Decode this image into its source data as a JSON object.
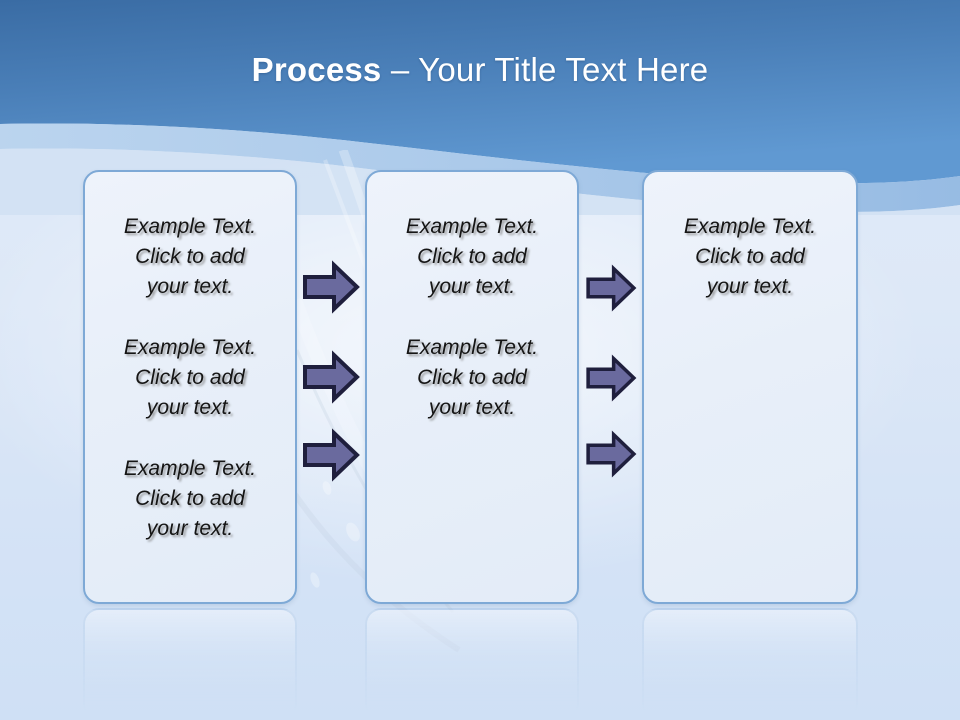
{
  "slide": {
    "title_strong": "Process",
    "title_rest": " – Your Title Text Here",
    "background": {
      "header_top_color": "#3b6da5",
      "header_bottom_color": "#5e96ce",
      "swoosh_band_color": "#9fc3e6",
      "body_color": "#dfe9f7"
    },
    "theme": {
      "box_border": "#7ea9d6",
      "box_fill": "#e9f0fa",
      "arrow_fill": "#6a6a9e",
      "arrow_stroke": "#1f1f3d",
      "text_color": "#151515",
      "title_color": "#ffffff"
    }
  },
  "columns": [
    {
      "name": "column-1",
      "blocks": [
        {
          "line1": "Example Text.",
          "line2": "Click  to add",
          "line3": "your text."
        },
        {
          "line1": "Example Text.",
          "line2": "Click  to add",
          "line3": "your text."
        },
        {
          "line1": "Example Text.",
          "line2": "Click  to add",
          "line3": "your text."
        }
      ]
    },
    {
      "name": "column-2",
      "blocks": [
        {
          "line1": "Example Text.",
          "line2": "Click  to add",
          "line3": "your text."
        },
        {
          "line1": "Example Text.",
          "line2": "Click  to add",
          "line3": "your text."
        }
      ]
    },
    {
      "name": "column-3",
      "blocks": [
        {
          "line1": "Example Text.",
          "line2": "Click  to add",
          "line3": "your text."
        }
      ]
    }
  ],
  "connectors": {
    "group_1_to_2": {
      "count": 3,
      "label": "arrow-right"
    },
    "group_2_to_3": {
      "count": 3,
      "label": "arrow-right"
    }
  }
}
